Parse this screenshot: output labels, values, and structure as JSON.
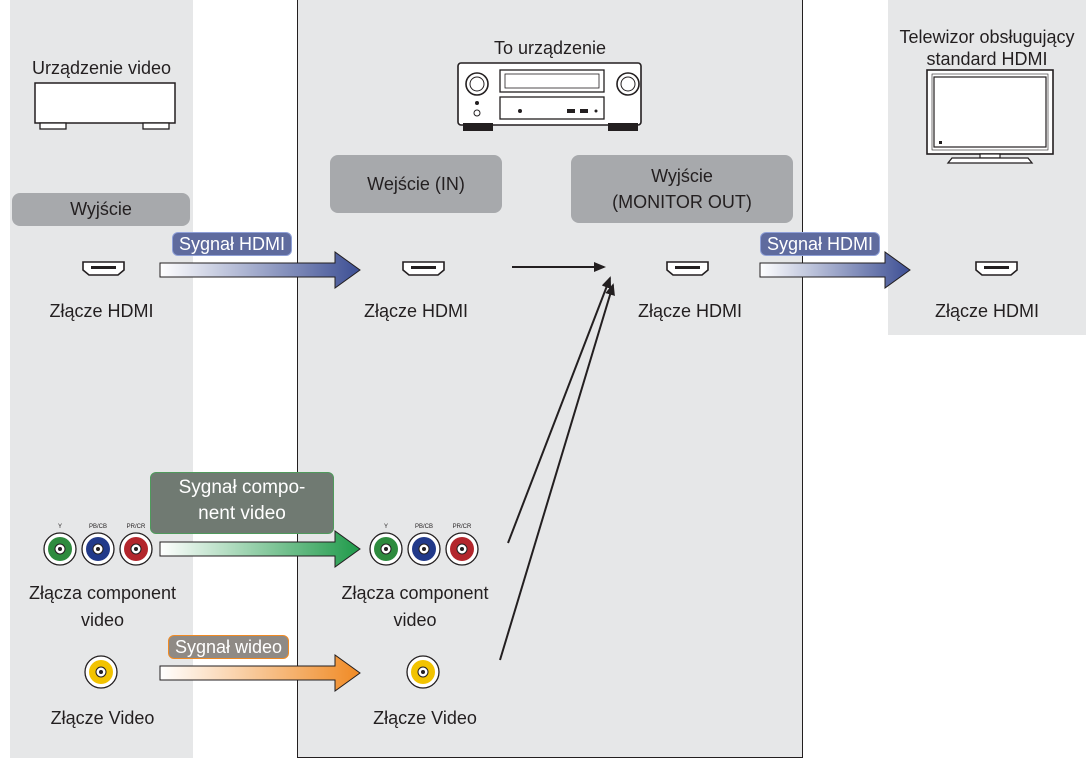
{
  "labels": {
    "source_device": "Urządzenie video",
    "this_device": "To urządzenie",
    "tv_line1": "Telewizor obsługujący",
    "tv_line2": "standard HDMI",
    "out_box": "Wyjście",
    "in_box": "Wejście (IN)",
    "monitor_line1": "Wyjście",
    "monitor_line2": "(MONITOR OUT)",
    "hdmi_connector": "Złącze HDMI",
    "component_line1": "Złącza component",
    "component_line2": "video",
    "video_connector": "Złącze Video"
  },
  "signals": {
    "hdmi": "Sygnał HDMI",
    "component_line1": "Sygnał compo-",
    "component_line2": "nent video",
    "video": "Sygnał wideo"
  },
  "jack_labels": {
    "y": "Y",
    "pb": "PB/CB",
    "pr": "PR/CR"
  },
  "colors": {
    "panel": "#e6e7e8",
    "box_gray": "#a7a9ac",
    "hdmi_signal": "#5a6fa8",
    "component_signal": "#4f9a5c",
    "video_signal": "#e8883a",
    "jack_green": "#2e8b3e",
    "jack_blue": "#223a8a",
    "jack_red": "#b3262c",
    "jack_yellow": "#f2c300"
  }
}
